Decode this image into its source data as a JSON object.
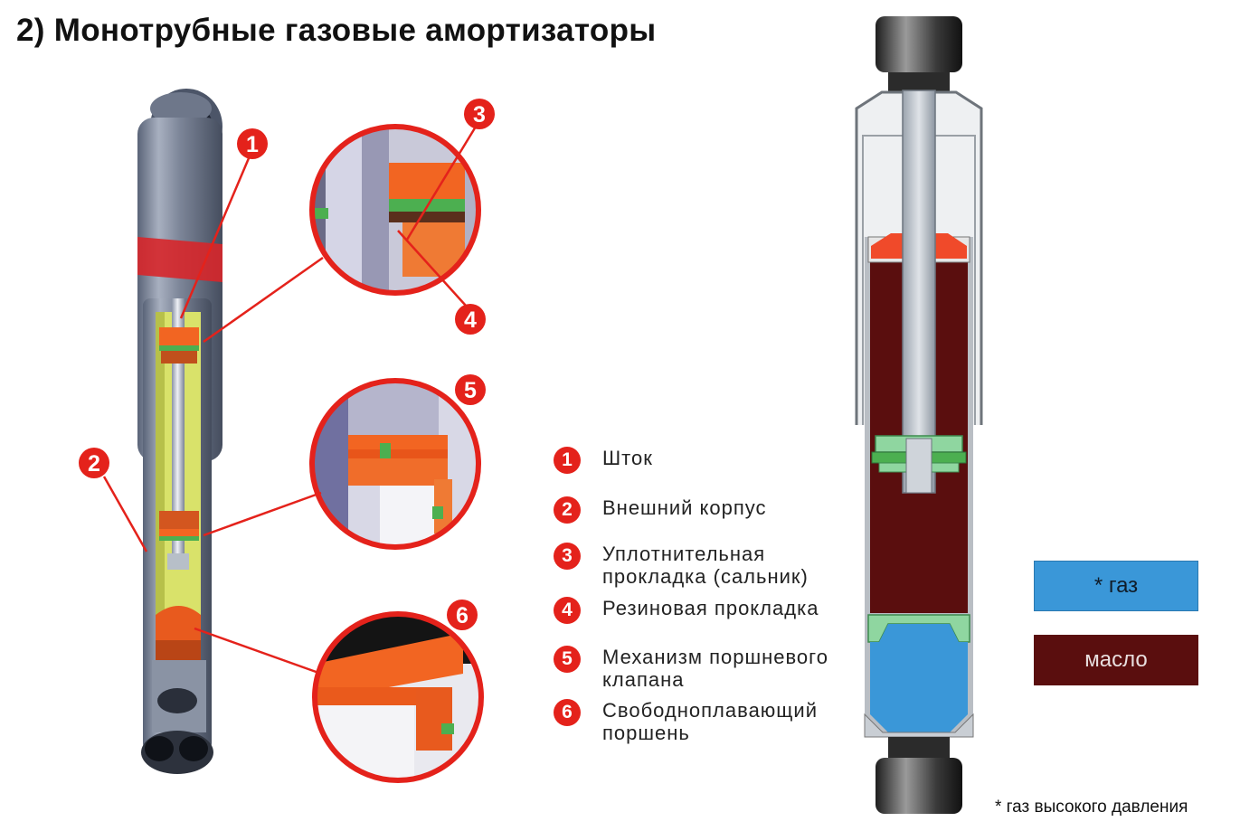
{
  "title": "2) Монотрубные газовые амортизаторы",
  "callouts": [
    "1",
    "2",
    "3",
    "4",
    "5",
    "6"
  ],
  "legend": [
    {
      "num": "1",
      "text": "Шток"
    },
    {
      "num": "2",
      "text": "Внешний корпус"
    },
    {
      "num": "3",
      "text": "Уплотнительная\nпрокладка (сальник)"
    },
    {
      "num": "4",
      "text": "Резиновая прокладка"
    },
    {
      "num": "5",
      "text": "Механизм поршневого\nклапана"
    },
    {
      "num": "6",
      "text": "Свободноплавающий\nпоршень"
    }
  ],
  "key": {
    "gas": "* газ",
    "oil": "масло"
  },
  "footnote": "* газ высокого давления",
  "colors": {
    "callout_red": "#e4221b",
    "gas": "#3a97d8",
    "oil": "#5a0e0e",
    "seal_orange": "#f26522",
    "valve_green": "#4caf50"
  }
}
